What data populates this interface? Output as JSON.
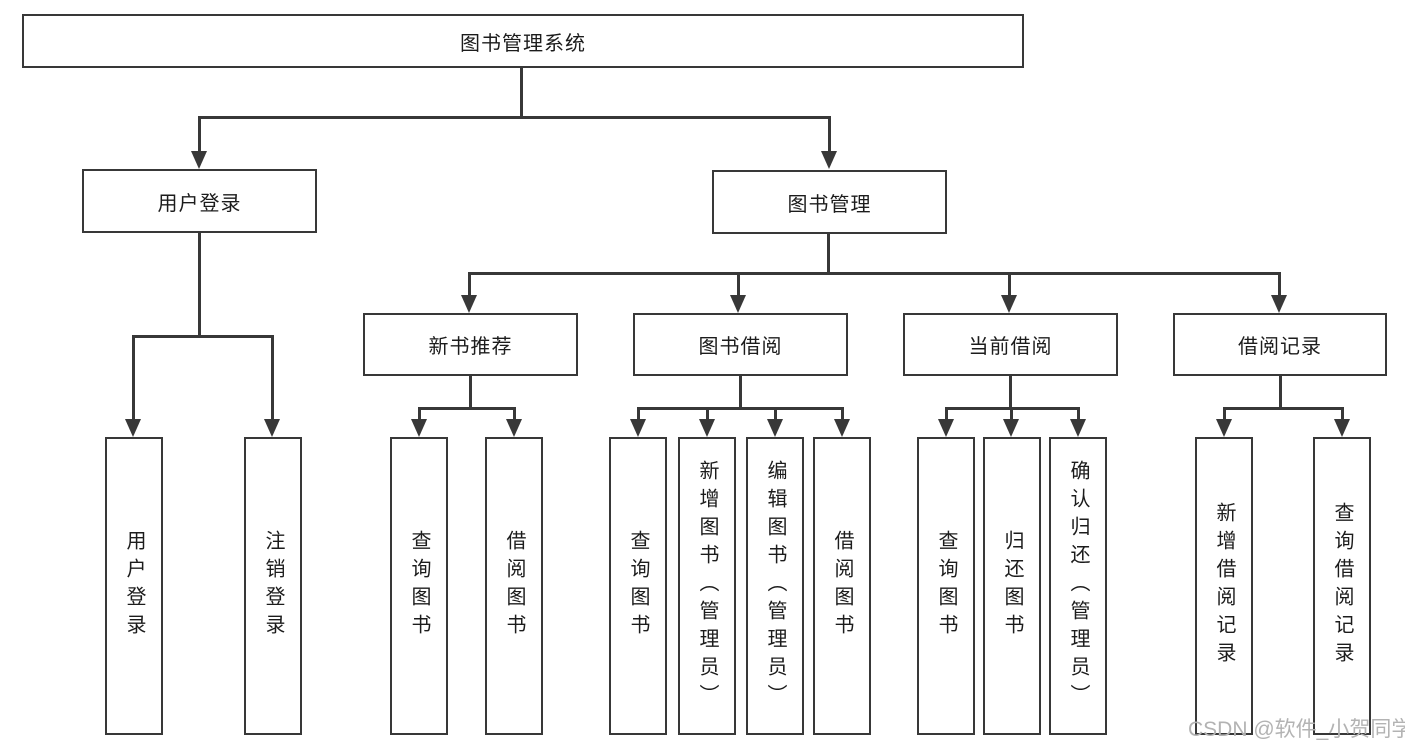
{
  "diagram": {
    "title": "图书管理系统",
    "branches": [
      {
        "label": "用户登录",
        "children": [
          {
            "label": "用户登录"
          },
          {
            "label": "注销登录"
          }
        ]
      },
      {
        "label": "图书管理",
        "children": [
          {
            "label": "新书推荐",
            "children": [
              {
                "label": "查询图书"
              },
              {
                "label": "借阅图书"
              }
            ]
          },
          {
            "label": "图书借阅",
            "children": [
              {
                "label": "查询图书"
              },
              {
                "label": "新增图书（管理员）"
              },
              {
                "label": "编辑图书（管理员）"
              },
              {
                "label": "借阅图书"
              }
            ]
          },
          {
            "label": "当前借阅",
            "children": [
              {
                "label": "查询图书"
              },
              {
                "label": "归还图书"
              },
              {
                "label": "确认归还（管理员）"
              }
            ]
          },
          {
            "label": "借阅记录",
            "children": [
              {
                "label": "新增借阅记录"
              },
              {
                "label": "查询借阅记录"
              }
            ]
          }
        ]
      }
    ]
  },
  "watermark": {
    "text": "CSDN @软件_小贺同学"
  },
  "colors": {
    "line": "#383838",
    "text": "#1c1c1c",
    "bg": "#ffffff",
    "watermark": "#b3b3b3"
  }
}
